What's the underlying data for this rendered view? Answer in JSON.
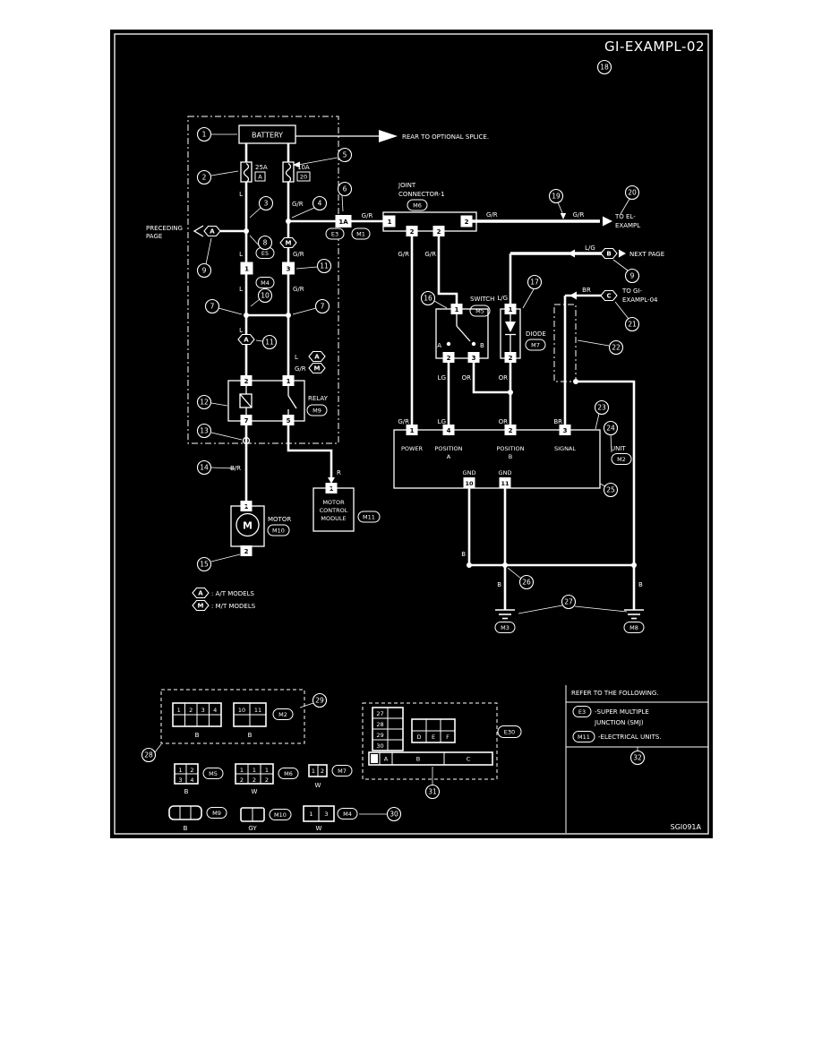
{
  "title": "GI-EXAMPL-02",
  "stamp": "SGI091A",
  "callouts": {
    "c1": "1",
    "c2": "2",
    "c3": "3",
    "c4": "4",
    "c5": "5",
    "c6": "6",
    "c7": "7",
    "c8": "8",
    "c9": "9",
    "c10": "10",
    "c11": "11",
    "c12": "12",
    "c13": "13",
    "c14": "14",
    "c15": "15",
    "c16": "16",
    "c17": "17",
    "c18": "18",
    "c19": "19",
    "c20": "20",
    "c21": "21",
    "c22": "22",
    "c23": "23",
    "c24": "24",
    "c25": "25",
    "c26": "26",
    "c27": "27",
    "c28": "28",
    "c29": "29",
    "c30": "30",
    "c31": "31",
    "c32": "32"
  },
  "labels": {
    "battery": "BATTERY",
    "rear_splice": "REAR TO OPTIONAL SPLICE.",
    "preceding_1": "PRECEDING",
    "preceding_2": "PAGE",
    "next_page": "NEXT PAGE",
    "to_el_1": "TO EL-",
    "to_el_2": "EXAMPL",
    "to_gi_1": "TO GI-",
    "to_gi_2": "EXAMPL-04",
    "joint_1": "JOINT",
    "joint_2": "CONNECTOR-1",
    "switch": "SWITCH",
    "diode": "DIODE",
    "relay": "RELAY",
    "motor": "MOTOR",
    "motor_m": "M",
    "module_1": "MOTOR",
    "module_2": "CONTROL",
    "module_3": "MODULE",
    "unit": "UNIT",
    "power": "POWER",
    "position": "POSITION",
    "pos_a": "A",
    "pos_b": "B",
    "signal": "SIGNAL",
    "gnd": "GND",
    "contact_a": "A",
    "contact_b": "B",
    "legend_at": ": A/T MODELS",
    "legend_mt": ": M/T MODELS",
    "refer": "REFER TO THE FOLLOWING.",
    "smj_1": "-SUPER MULTIPLE",
    "smj_2": "JUNCTION (SMJ)",
    "elec_units": "-ELECTRICAL UNITS."
  },
  "fuses": {
    "f1_rating": "25A",
    "f1_id": "A",
    "f2_rating": "10A",
    "f2_id": "20",
    "smj_pin": "1A"
  },
  "wires": {
    "l": "L",
    "gr": "G/R",
    "lg": "LG",
    "l_g": "L/G",
    "or": "OR",
    "br": "BR",
    "b": "B",
    "b_r": "B/R",
    "r": "R",
    "gy": "GY",
    "w": "W"
  },
  "connectors": {
    "e3": "E3",
    "e5": "E5",
    "e30": "E30",
    "m1": "M1",
    "m2": "M2",
    "m3": "M3",
    "m4": "M4",
    "m5": "M5",
    "m6": "M6",
    "m7": "M7",
    "m8": "M8",
    "m9": "M9",
    "m10": "M10",
    "m11": "M11"
  },
  "hex": {
    "a": "A",
    "b": "B",
    "c": "C",
    "m": "M"
  },
  "pins": {
    "p1": "1",
    "p2": "2",
    "p3": "3",
    "p4": "4",
    "p5": "5",
    "p7": "7",
    "p10": "10",
    "p11": "11"
  },
  "e30_view": {
    "row1": "27",
    "row2": "28",
    "row3": "29",
    "row4": "30",
    "d": "D",
    "e": "E",
    "f": "F",
    "strip_a": "A",
    "strip_b": "B",
    "strip_c": "C"
  }
}
